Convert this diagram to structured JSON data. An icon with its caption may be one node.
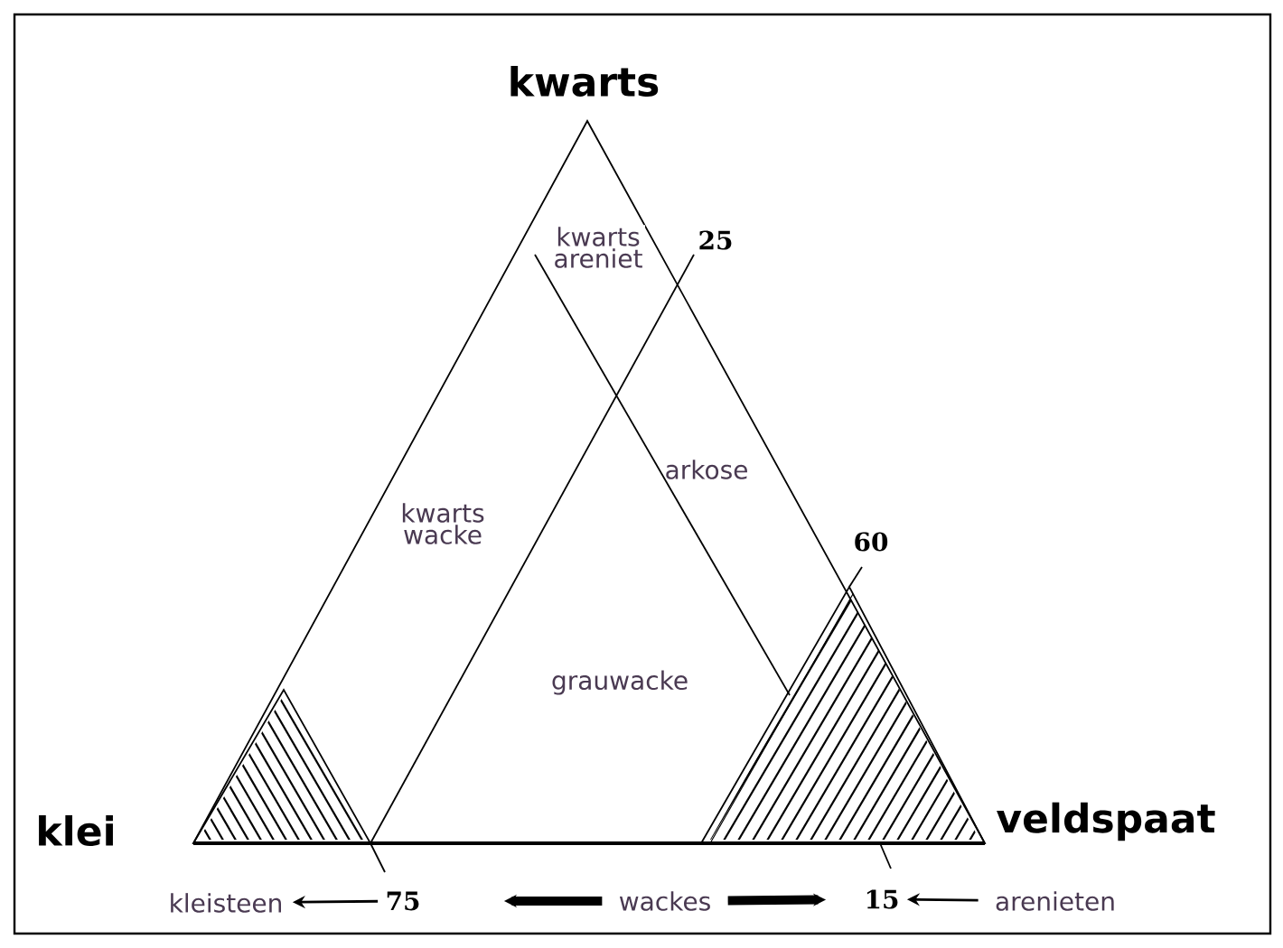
{
  "diagram": {
    "nodes": [
      {
        "text": [
          "kleisteen"
        ]
      },
      {
        "text": [
          "75"
        ]
      },
      {
        "text": [
          "wackes"
        ]
      },
      {
        "text": [
          "15"
        ]
      },
      {
        "text": [
          "arenieten"
        ]
      }
    ],
    "edges": [
      {
        "from": 1,
        "to": 0,
        "arrow": "to"
      },
      {
        "from": 2,
        "to": 1,
        "arrow": "to",
        "style": "thick"
      },
      {
        "from": 2,
        "to": 3,
        "arrow": "to",
        "style": "thick"
      },
      {
        "from": 4,
        "to": 3,
        "arrow": "to"
      }
    ],
    "labels": [
      "kwarts",
      "kwarts areniet",
      "25",
      "arkose",
      "kwarts wacke",
      "grauwacke",
      "60",
      "klei",
      "veldspaat"
    ]
  }
}
